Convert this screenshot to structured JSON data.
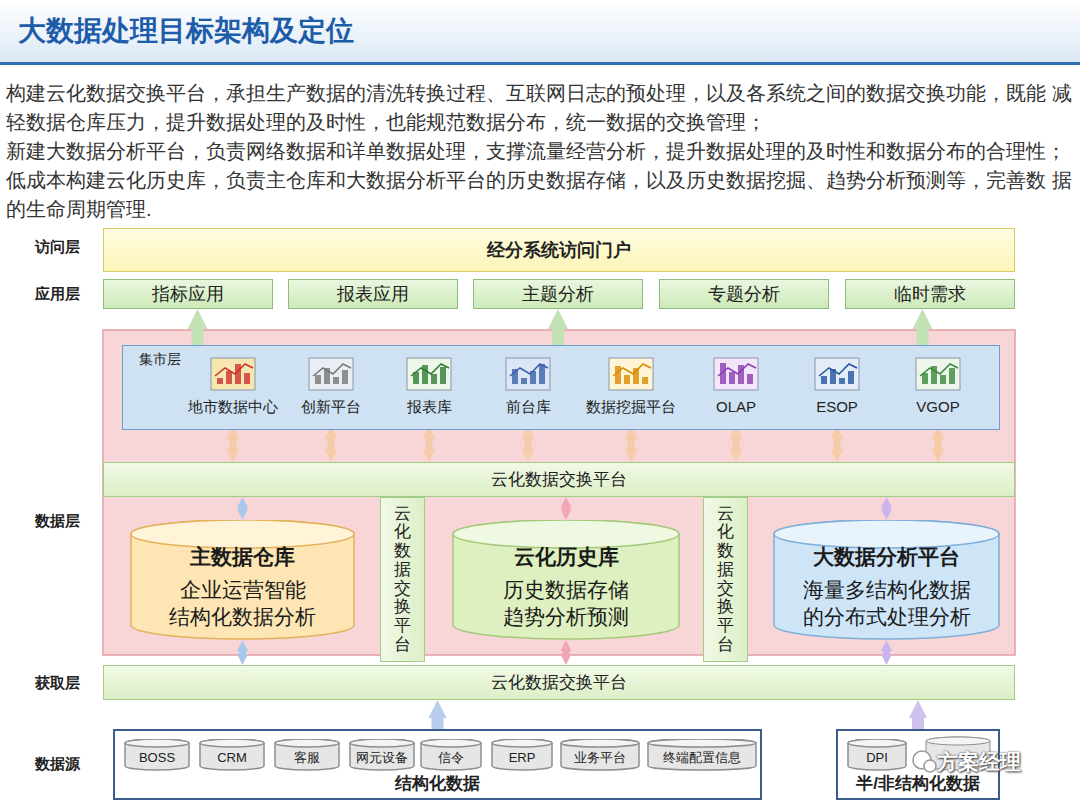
{
  "diagram": {
    "title": "大数据处理目标架构及定位",
    "nodes": [
      {
        "text": [
          "经分系统访问门户"
        ]
      },
      {
        "text": [
          "指标应用"
        ]
      },
      {
        "text": [
          "报表应用"
        ]
      },
      {
        "text": [
          "主题分析"
        ]
      },
      {
        "text": [
          "专题分析"
        ]
      },
      {
        "text": [
          "临时需求"
        ]
      },
      {
        "text": [
          "集市层"
        ]
      },
      {
        "text": [
          "地市数据中心"
        ],
        "in": 6
      },
      {
        "text": [
          "创新平台"
        ],
        "in": 6
      },
      {
        "text": [
          "报表库"
        ],
        "in": 6
      },
      {
        "text": [
          "前台库"
        ],
        "in": 6
      },
      {
        "text": [
          "数据挖掘平台"
        ],
        "in": 6
      },
      {
        "text": [
          "OLAP"
        ],
        "in": 6
      },
      {
        "text": [
          "ESOP"
        ],
        "in": 6
      },
      {
        "text": [
          "VGOP"
        ],
        "in": 6
      },
      {
        "text": [
          "云化数据交换平台"
        ]
      },
      {
        "text": [
          "主数据仓库",
          "企业运营智能 结构化数据分析"
        ]
      },
      {
        "text": [
          "云化数据交换平台"
        ]
      },
      {
        "text": [
          "云化历史库",
          "历史数据存储 趋势分析预测"
        ]
      },
      {
        "text": [
          "云化数据交换平台"
        ]
      },
      {
        "text": [
          "大数据分析平台",
          "海量多结构化数据 的分布式处理分析"
        ]
      },
      {
        "text": [
          "云化数据交换平台"
        ]
      },
      {
        "text": [
          "结构化数据"
        ]
      },
      {
        "text": [
          "BOSS"
        ],
        "in": 22
      },
      {
        "text": [
          "CRM"
        ],
        "in": 22
      },
      {
        "text": [
          "客服"
        ],
        "in": 22
      },
      {
        "text": [
          "网元设备"
        ],
        "in": 22
      },
      {
        "text": [
          "信令"
        ],
        "in": 22
      },
      {
        "text": [
          "ERP"
        ],
        "in": 22
      },
      {
        "text": [
          "业务平台"
        ],
        "in": 22
      },
      {
        "text": [
          "终端配置信息"
        ],
        "in": 22
      },
      {
        "text": [
          "半/非结构化数据"
        ]
      },
      {
        "text": [
          "DPI"
        ],
        "in": 31
      }
    ],
    "edges": [
      {
        "from": 6,
        "to": 1,
        "arrow": "to"
      },
      {
        "from": 6,
        "to": 3,
        "arrow": "to"
      },
      {
        "from": 6,
        "to": 5,
        "arrow": "to"
      },
      {
        "from": 7,
        "to": 15,
        "arrow": "both"
      },
      {
        "from": 8,
        "to": 15,
        "arrow": "both"
      },
      {
        "from": 9,
        "to": 15,
        "arrow": "both"
      },
      {
        "from": 10,
        "to": 15,
        "arrow": "both"
      },
      {
        "from": 11,
        "to": 15,
        "arrow": "both"
      },
      {
        "from": 12,
        "to": 15,
        "arrow": "both"
      },
      {
        "from": 13,
        "to": 15,
        "arrow": "both"
      },
      {
        "from": 14,
        "to": 15,
        "arrow": "both"
      },
      {
        "from": 15,
        "to": 16,
        "arrow": "both"
      },
      {
        "from": 15,
        "to": 18,
        "arrow": "both"
      },
      {
        "from": 15,
        "to": 20,
        "arrow": "both"
      },
      {
        "from": 16,
        "to": 21,
        "arrow": "both"
      },
      {
        "from": 18,
        "to": 21,
        "arrow": "both"
      },
      {
        "from": 20,
        "to": 21,
        "arrow": "both"
      },
      {
        "from": 22,
        "to": 21,
        "arrow": "to"
      },
      {
        "from": 31,
        "to": 21,
        "arrow": "to"
      }
    ],
    "labels": [
      "构建云化数据交换平台，承担生产数据的清洗转换过程、互联网日志的预处理，以及各系统之间的数据交换功能，既能 减轻数据仓库压力，提升数据处理的及时性，也能规范数据分布，统一数据的交换管理；",
      "新建大数据分析平台，负责网络数据和详单数据处理，支撑流量经营分析，提升数据处理的及时性和数据分布的合理性；",
      "低成本构建云化历史库，负责主仓库和大数据分析平台的历史数据存储，以及历史数据挖掘、趋势分析预测等，完善数 据的生命周期管理.",
      "访问层",
      "应用层",
      "数据层",
      "获取层",
      "数据源",
      "方案经理"
    ]
  }
}
